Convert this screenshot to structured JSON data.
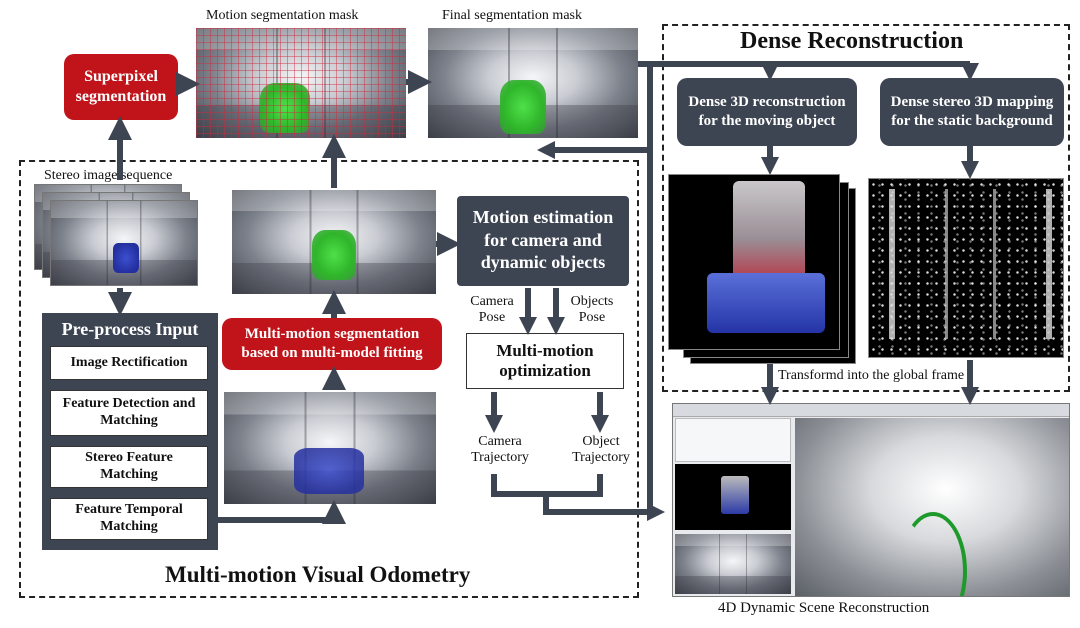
{
  "captions": {
    "motion_mask": "Motion segmentation mask",
    "final_mask": "Final segmentation mask",
    "stereo_sequence": "Stereo image sequence",
    "scene_4d": "4D Dynamic Scene Reconstruction",
    "transform": "Transformd into the global frame"
  },
  "dense": {
    "title": "Dense Reconstruction",
    "moving": "Dense 3D reconstruction for the moving object",
    "static": "Dense stereo 3D mapping for the static background"
  },
  "vo": {
    "title": "Multi-motion Visual Odometry",
    "superpixel": "Superpixel segmentation",
    "preprocess_title": "Pre-process Input",
    "preprocess_items": [
      "Image Rectification",
      "Feature Detection and Matching",
      "Stereo Feature Matching",
      "Feature Temporal Matching"
    ],
    "multi_seg": "Multi-motion segmentation based on multi-model fitting",
    "motion_est": "Motion estimation for camera and dynamic objects",
    "camera_pose": "Camera Pose",
    "objects_pose": "Objects Pose",
    "optimization": "Multi-motion optimization",
    "camera_traj": "Camera Trajectory",
    "object_traj": "Object Trajectory"
  },
  "colors": {
    "dark_box": "#3d4452",
    "red_box": "#c0141a",
    "arrow": "#3d4452",
    "segment_green": "#2fb52a",
    "feature_blue": "#2530a0"
  }
}
